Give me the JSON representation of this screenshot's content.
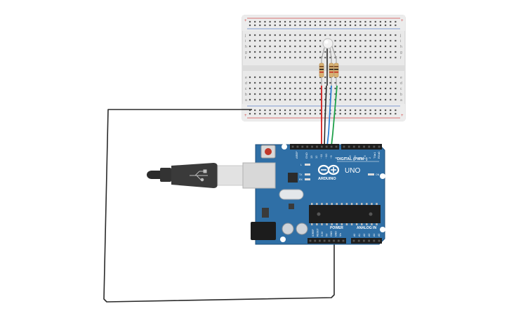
{
  "colors": {
    "board": "#2f6fa6",
    "board_dark": "#1f4f7a",
    "breadboard": "#e9e9e9",
    "wire_black": "#2a2a2a",
    "wire_red": "#d21f1f",
    "wire_green": "#1fa14a",
    "wire_blue": "#2f7fd4",
    "rail_red": "#d24a4a",
    "rail_blue": "#5a7fc9",
    "resistor": "#d9b274"
  },
  "components": {
    "arduino": {
      "model": "UNO",
      "brand": "ARDUINO",
      "digital_label": "DIGITAL (PWM~)",
      "power_label": "POWER",
      "analog_label": "ANALOG IN",
      "on_label": "ON",
      "l_label": "L",
      "tx_label": "TX",
      "rx_label": "RX",
      "aref_label": "AREF",
      "gnd_label": "GND",
      "digital_pins": [
        "13",
        "12",
        "~11",
        "~10",
        "~9",
        "8",
        "7",
        "~6",
        "~5",
        "4",
        "~3",
        "2",
        "TX▸1",
        "RX◂0"
      ],
      "power_pins": [
        "IOREF",
        "RESET",
        "3.3V",
        "5V",
        "GND",
        "GND",
        "Vin"
      ],
      "analog_pins": [
        "A0",
        "A1",
        "A2",
        "A3",
        "A4",
        "A5"
      ]
    },
    "breadboard": {
      "row_letters_top": [
        "j",
        "i",
        "h",
        "g",
        "f"
      ],
      "row_letters_bottom": [
        "e",
        "d",
        "c",
        "b",
        "a"
      ],
      "rail_plus": "+",
      "rail_minus": "−"
    },
    "usb_cable": {
      "type": "USB-B"
    },
    "led": {
      "type": "RGB LED"
    },
    "resistors": {
      "count": 3
    }
  }
}
